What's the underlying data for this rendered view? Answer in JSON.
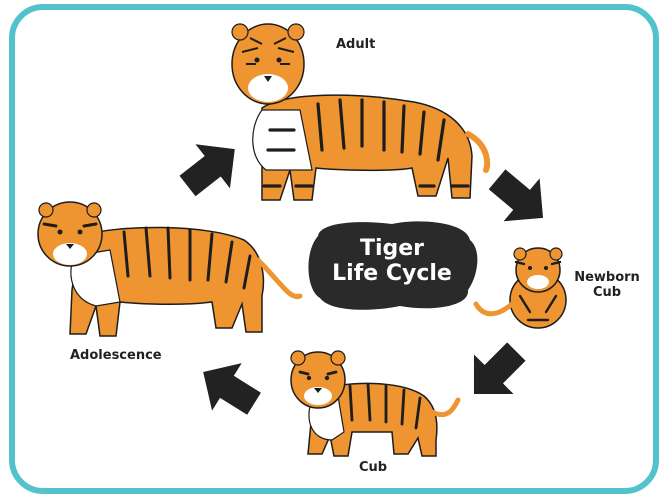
{
  "title": {
    "line1": "Tiger",
    "line2": "Life Cycle"
  },
  "stages": {
    "adult": "Adult",
    "newborn_line1": "Newborn",
    "newborn_line2": "Cub",
    "cub": "Cub",
    "adolescence": "Adolescence"
  },
  "colors": {
    "frame": "#52c3cd",
    "tiger_orange": "#ee9430",
    "stripe": "#1d1d1d",
    "arrow": "#222222",
    "title_blob": "#2a2a2a"
  }
}
